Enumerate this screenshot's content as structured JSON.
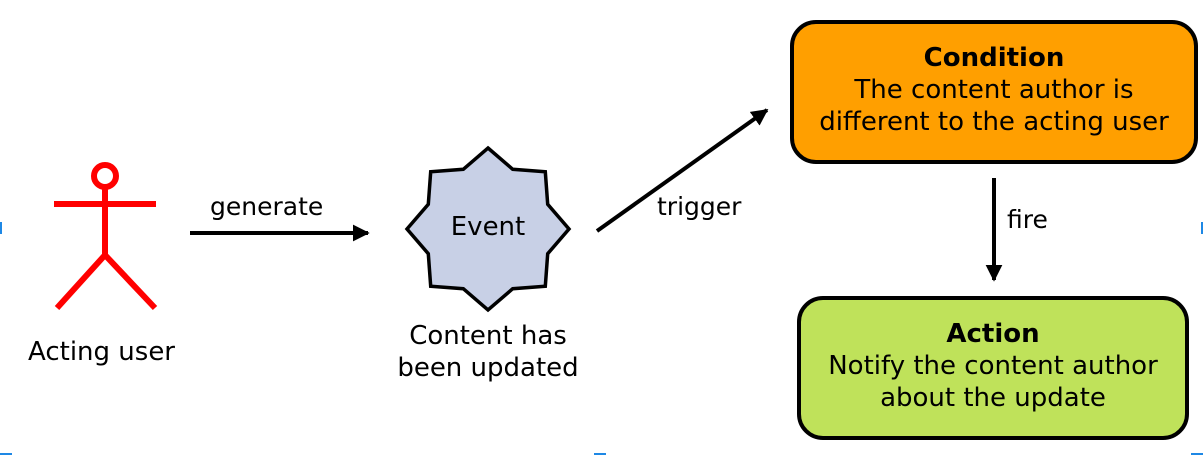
{
  "actor": {
    "label": "Acting user",
    "icon": "stick-figure-icon",
    "color": "#ff0000"
  },
  "edges": {
    "generate": "generate",
    "trigger": "trigger",
    "fire": "fire"
  },
  "event": {
    "label": "Event",
    "caption_line1": "Content has",
    "caption_line2": "been updated",
    "icon": "star-burst-icon",
    "fill": "#c8d0e6"
  },
  "condition": {
    "title": "Condition",
    "line1": "The content author is",
    "line2": "different to the acting user",
    "fill": "#ff9f00"
  },
  "action": {
    "title": "Action",
    "line1": "Notify the content author",
    "line2": "about the update",
    "fill": "#bfe25a"
  }
}
